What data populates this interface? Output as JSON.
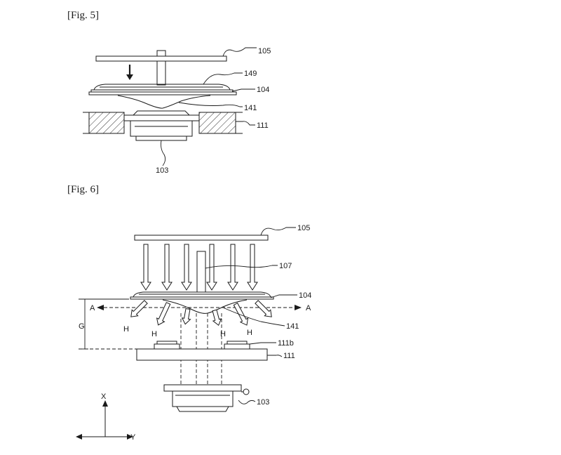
{
  "figures": [
    {
      "title": "[Fig. 5]",
      "labels": {
        "r105": "105",
        "r149": "149",
        "r104": "104",
        "r141": "141",
        "r111": "111",
        "r103": "103"
      }
    },
    {
      "title": "[Fig. 6]",
      "labels": {
        "r105": "105",
        "r107": "107",
        "r104": "104",
        "r141": "141",
        "r111b": "111b",
        "r111": "111",
        "r103": "103",
        "a_left": "A",
        "a_right": "A",
        "g": "G",
        "h1": "H",
        "h2": "H",
        "h3": "H",
        "h4": "H",
        "axis_x": "X",
        "axis_y": "Y"
      }
    }
  ]
}
